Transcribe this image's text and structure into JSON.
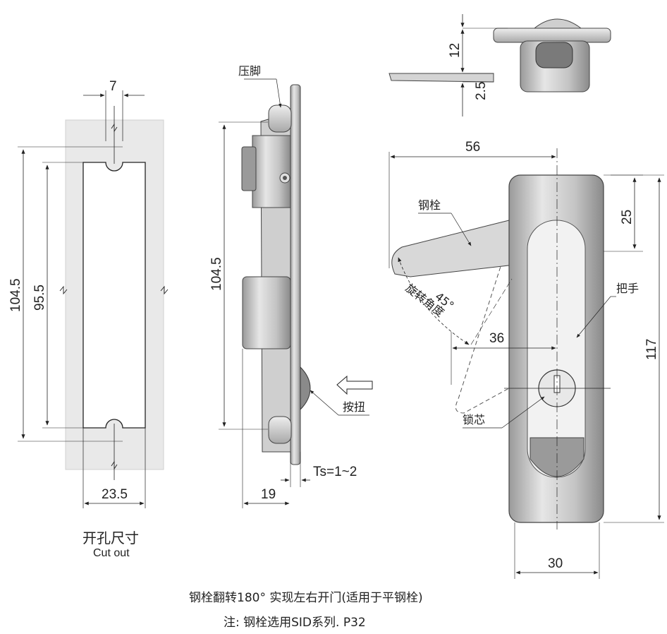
{
  "cutout": {
    "dim_top": "7",
    "dim_outer": "104.5",
    "dim_inner": "95.5",
    "dim_width": "23.5",
    "title": "开孔尺寸",
    "subtitle": "Cut out"
  },
  "side": {
    "label_foot": "压脚",
    "label_button": "按扭",
    "dim_height": "104.5",
    "dim_depth": "19",
    "dim_ts": "Ts=1~2"
  },
  "top_view": {
    "dim_12": "12",
    "dim_2_5": "2.5"
  },
  "front": {
    "dim_56": "56",
    "dim_25": "25",
    "dim_36": "36",
    "dim_117": "117",
    "dim_30": "30",
    "label_bolt": "钢栓",
    "label_handle": "把手",
    "label_core": "锁芯",
    "label_rotation": "旋转角度",
    "label_angle": "45°"
  },
  "notes": {
    "line1": "钢栓翻转180°  实现左右开门(适用于平钢栓)",
    "line2": "注: 钢栓选用SID系列. P32"
  }
}
